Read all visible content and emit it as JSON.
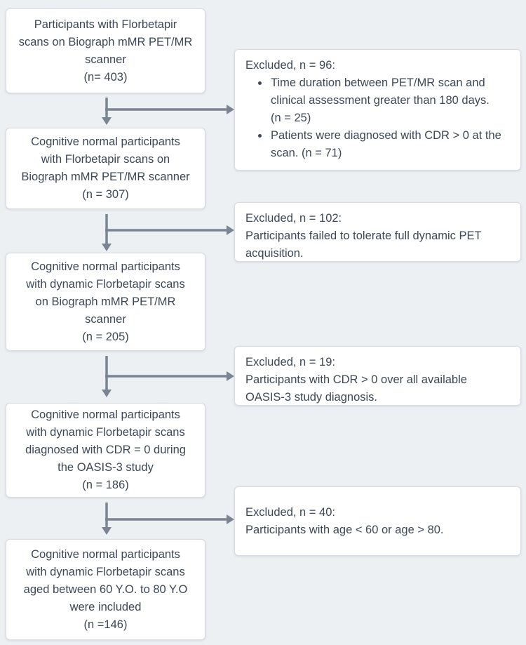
{
  "colors": {
    "page_bg": "#edf0f3",
    "box_bg": "#ffffff",
    "box_border": "#d7dbe2",
    "text": "#3d4757",
    "arrow": "#7b8591"
  },
  "flow": {
    "steps": [
      {
        "n": 403,
        "lines": [
          "Participants with Florbetapir",
          "scans on Biograph mMR PET/MR",
          "scanner",
          "(n= 403)"
        ]
      },
      {
        "n": 307,
        "lines": [
          "Cognitive normal participants",
          "with Florbetapir scans on",
          "Biograph mMR PET/MR scanner",
          "(n = 307)"
        ]
      },
      {
        "n": 205,
        "lines": [
          "Cognitive normal participants",
          "with dynamic Florbetapir scans",
          "on Biograph mMR PET/MR",
          "scanner",
          "(n = 205)"
        ]
      },
      {
        "n": 186,
        "lines": [
          "Cognitive normal participants",
          "with dynamic Florbetapir scans",
          "diagnosed with CDR = 0 during",
          "the OASIS-3 study",
          "(n = 186)"
        ]
      },
      {
        "n": 146,
        "lines": [
          "Cognitive normal participants",
          "with dynamic Florbetapir scans",
          "aged between 60 Y.O. to 80 Y.O",
          "were included",
          "(n =146)"
        ]
      }
    ],
    "exclusions": [
      {
        "n": 96,
        "title": "Excluded, n = 96:",
        "bullets": [
          "Time duration between PET/MR scan and\nclinical assessment greater than 180 days.\n(n = 25)",
          "Patients were diagnosed with CDR > 0 at the\nscan. (n = 71)"
        ]
      },
      {
        "n": 102,
        "title": "Excluded, n = 102:",
        "body": "Participants failed to tolerate full dynamic PET\nacquisition."
      },
      {
        "n": 19,
        "title": "Excluded, n = 19:",
        "body": "Participants with CDR > 0 over all available\nOASIS-3 study diagnosis."
      },
      {
        "n": 40,
        "title": "Excluded, n = 40:",
        "body": "Participants with age < 60 or age > 80."
      }
    ]
  }
}
